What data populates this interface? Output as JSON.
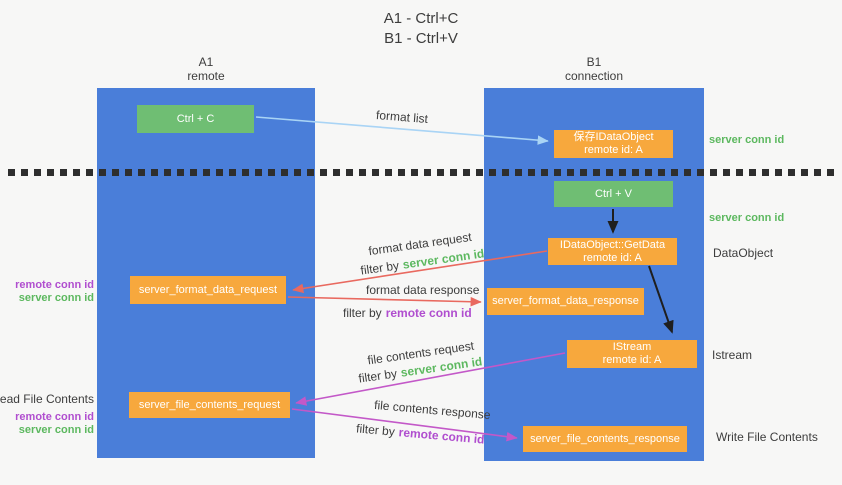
{
  "title": {
    "line1": "A1 - Ctrl+C",
    "line2": "B1 - Ctrl+V"
  },
  "lifelines": {
    "a1": {
      "id": "A1",
      "role": "remote"
    },
    "b1": {
      "id": "B1",
      "role": "connection"
    }
  },
  "nodes": {
    "ctrl_c": {
      "label": "Ctrl + C"
    },
    "save_idataobject": {
      "line1": "保存IDataObject",
      "line2": "remote id: A"
    },
    "ctrl_v": {
      "label": "Ctrl + V"
    },
    "idataobject_getdata": {
      "line1": "IDataObject::GetData",
      "line2": "remote id: A"
    },
    "server_format_data_request": {
      "label": "server_format_data_request"
    },
    "server_format_data_response": {
      "label": "server_format_data_response"
    },
    "istream": {
      "line1": "IStream",
      "line2": "remote id: A"
    },
    "server_file_contents_request": {
      "label": "server_file_contents_request"
    },
    "server_file_contents_response": {
      "label": "server_file_contents_response"
    }
  },
  "edge_labels": {
    "format_list": "format list",
    "format_data_request": "format data request",
    "format_data_response": "format data response",
    "file_contents_request": "file contents request",
    "file_contents_response": "file contents response"
  },
  "terms": {
    "filter_by": "filter by",
    "server_conn_id": "server conn id",
    "remote_conn_id": "remote conn id"
  },
  "side_labels": {
    "read_file_contents": "Read File Contents",
    "dataobject": "DataObject",
    "istream": "Istream",
    "write_file_contents": "Write File Contents"
  },
  "colors": {
    "lifeline_blue": "#4a7ed9",
    "action_green": "#6fbe73",
    "message_orange": "#f7a83d",
    "arrow_light_blue": "#a9d4f5",
    "arrow_red": "#e9695f",
    "arrow_magenta": "#c358c8",
    "arrow_black": "#1f1f1f",
    "term_green": "#5cb85f",
    "term_purple": "#b04ecf"
  }
}
